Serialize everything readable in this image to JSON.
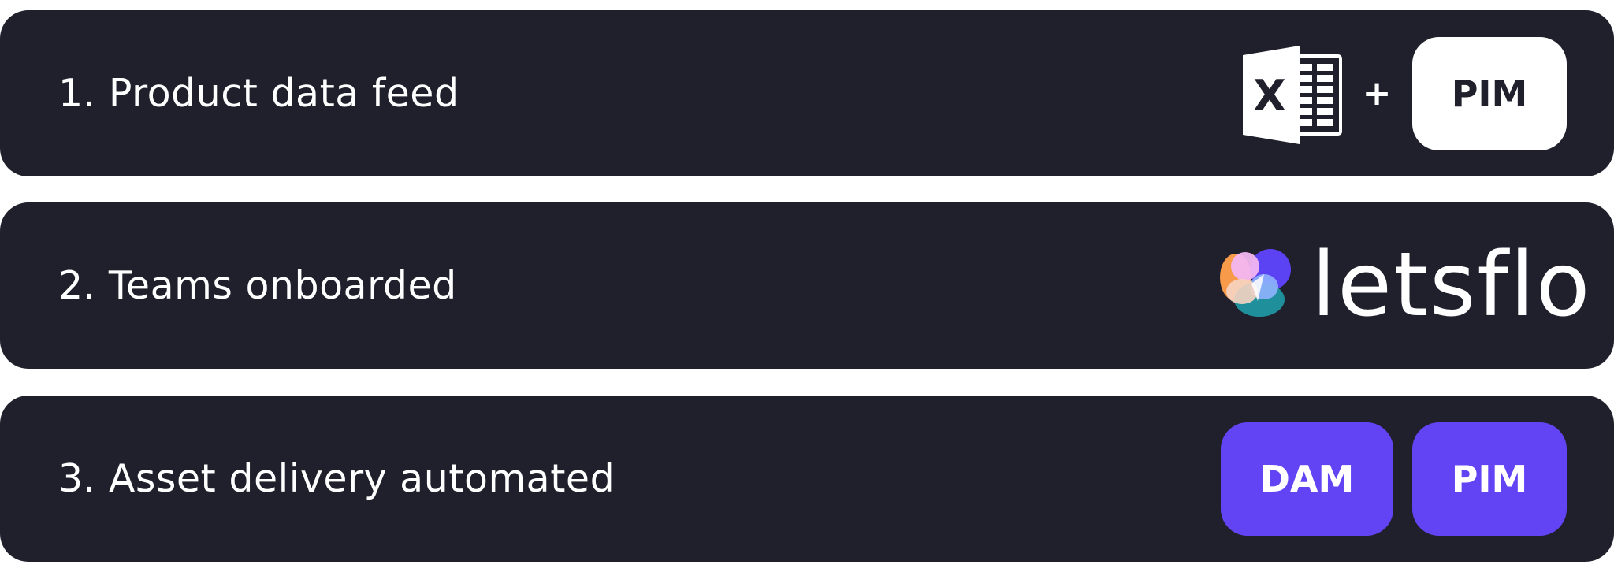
{
  "steps": [
    {
      "label": "1. Product data feed",
      "icons": [
        "excel-icon"
      ],
      "plus": "+",
      "badge": "PIM"
    },
    {
      "label": "2. Teams onboarded",
      "logo_text": "letsflo"
    },
    {
      "label": "3. Asset delivery automated",
      "badges": [
        "DAM",
        "PIM"
      ]
    }
  ],
  "colors": {
    "card_background": "#1f202c",
    "page_background": "#ffffff",
    "accent_purple": "#6344f5",
    "text": "#ffffff"
  }
}
